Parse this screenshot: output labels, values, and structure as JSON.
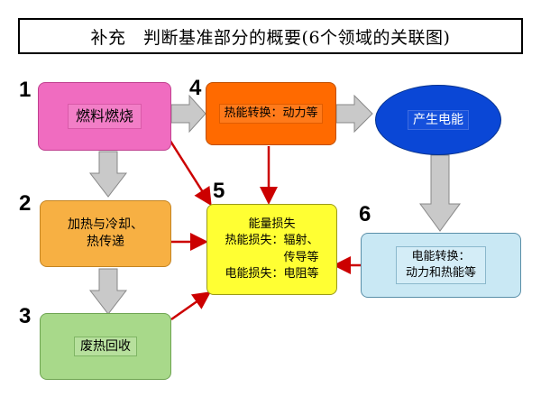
{
  "title": "补充　判断基准部分的概要(6个领域的关联图)",
  "nodes": {
    "n1": {
      "number": "1",
      "label": "燃料燃烧"
    },
    "n2": {
      "number": "2",
      "label_line1": "加热与冷却、",
      "label_line2": "热传递"
    },
    "n3": {
      "number": "3",
      "label": "废热回收"
    },
    "n4": {
      "number": "4",
      "label": "热能转换：动力等"
    },
    "n5": {
      "number": "5",
      "line1": "能量损失",
      "line2": "热能损失：辐射、",
      "line3": "传导等",
      "line4": "电能损失：电阻等"
    },
    "n6": {
      "number": "6",
      "line1": "电能转换：",
      "line2": "动力和热能等"
    },
    "gen": {
      "label": "产生电能"
    }
  },
  "colors": {
    "fuel": "#f06cc0",
    "heat": "#f7b043",
    "recovery": "#a8d98a",
    "conversion": "#ff6a00",
    "loss": "#ffff33",
    "electric": "#c9e8f4",
    "generate": "#0a47d6",
    "arrow_gray": "#c9c9c9",
    "arrow_red": "#cc0000"
  }
}
